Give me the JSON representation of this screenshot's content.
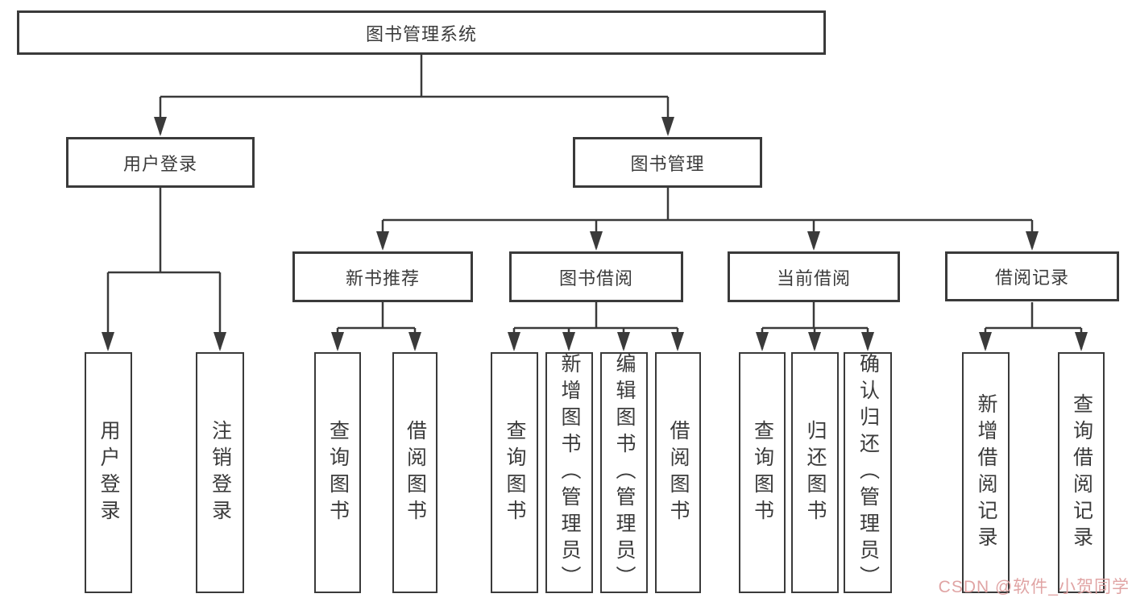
{
  "diagram": {
    "root": {
      "label": "图书管理系统"
    },
    "branches": [
      {
        "label": "用户登录",
        "children": [
          {
            "label": "用户登录"
          },
          {
            "label": "注销登录"
          }
        ]
      },
      {
        "label": "图书管理",
        "children": [
          {
            "label": "新书推荐",
            "children": [
              {
                "label": "查询图书"
              },
              {
                "label": "借阅图书"
              }
            ]
          },
          {
            "label": "图书借阅",
            "children": [
              {
                "label": "查询图书"
              },
              {
                "label": "新增图书（管理员）"
              },
              {
                "label": "编辑图书（管理员）"
              },
              {
                "label": "借阅图书"
              }
            ]
          },
          {
            "label": "当前借阅",
            "children": [
              {
                "label": "查询图书"
              },
              {
                "label": "归还图书"
              },
              {
                "label": "确认归还（管理员）"
              }
            ]
          },
          {
            "label": "借阅记录",
            "children": [
              {
                "label": "新增借阅记录"
              },
              {
                "label": "查询借阅记录"
              }
            ]
          }
        ]
      }
    ],
    "colors": {
      "line": "#3a3a3a",
      "border": "#3a3a3a",
      "text": "#3b3b3b",
      "background": "#ffffff",
      "watermark": "#e0a4a4"
    },
    "watermark": {
      "text": "CSDN @软件_小贺同学"
    }
  }
}
